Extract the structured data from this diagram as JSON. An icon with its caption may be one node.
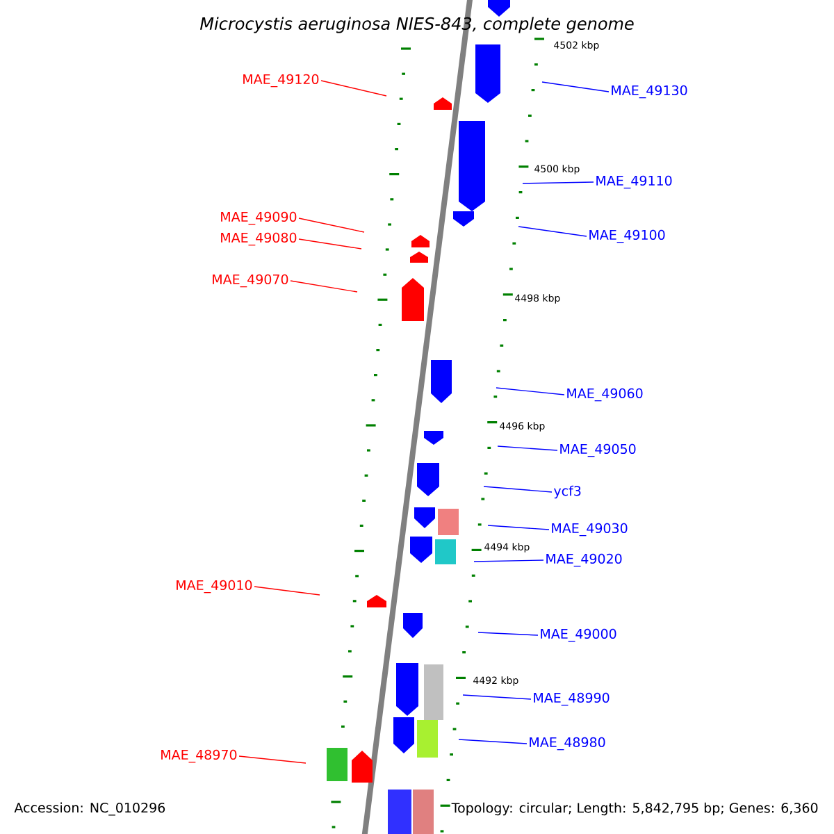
{
  "diagram": {
    "title": "Microcystis aeruginosa NIES-843, complete genome",
    "nodes": [
      {
        "text": [
          "MAE_49120"
        ]
      },
      {
        "text": [
          "MAE_49130"
        ]
      },
      {
        "text": [
          "MAE_49110"
        ]
      },
      {
        "text": [
          "MAE_49090"
        ]
      },
      {
        "text": [
          "MAE_49100"
        ]
      },
      {
        "text": [
          "MAE_49080"
        ]
      },
      {
        "text": [
          "MAE_49070"
        ]
      },
      {
        "text": [
          "MAE_49060"
        ]
      },
      {
        "text": [
          "MAE_49050"
        ]
      },
      {
        "text": [
          "ycf3"
        ]
      },
      {
        "text": [
          "MAE_49030"
        ]
      },
      {
        "text": [
          "MAE_49020"
        ]
      },
      {
        "text": [
          "MAE_49010"
        ]
      },
      {
        "text": [
          "MAE_49000"
        ]
      },
      {
        "text": [
          "MAE_48990"
        ]
      },
      {
        "text": [
          "MAE_48980"
        ]
      },
      {
        "text": [
          "MAE_48970"
        ]
      }
    ],
    "edges": [
      {
        "from": 0,
        "to": null,
        "arrow": "none",
        "color": "#ff0000"
      },
      {
        "from": 1,
        "to": null,
        "arrow": "none"
      },
      {
        "from": 2,
        "to": null,
        "arrow": "none"
      },
      {
        "from": 3,
        "to": null,
        "arrow": "none",
        "color": "#ff0000"
      },
      {
        "from": 4,
        "to": null,
        "arrow": "none"
      },
      {
        "from": 5,
        "to": null,
        "arrow": "none",
        "color": "#ff0000"
      },
      {
        "from": 6,
        "to": null,
        "arrow": "none",
        "color": "#ff0000"
      },
      {
        "from": 7,
        "to": null,
        "arrow": "none"
      },
      {
        "from": 8,
        "to": null,
        "arrow": "none"
      },
      {
        "from": 9,
        "to": null,
        "arrow": "none"
      },
      {
        "from": 10,
        "to": null,
        "arrow": "none"
      },
      {
        "from": 11,
        "to": null,
        "arrow": "none"
      },
      {
        "from": 12,
        "to": null,
        "arrow": "none",
        "color": "#ff0000"
      },
      {
        "from": 13,
        "to": null,
        "arrow": "none"
      },
      {
        "from": 14,
        "to": null,
        "arrow": "none"
      },
      {
        "from": 15,
        "to": null,
        "arrow": "none"
      },
      {
        "from": 16,
        "to": null,
        "arrow": "none",
        "color": "#ff0000"
      }
    ],
    "labels": [
      "4502 kbp",
      "4500 kbp",
      "4498 kbp",
      "4496 kbp",
      "4494 kbp",
      "4492 kbp",
      "Accession: NC_010296",
      "Topology: circular; Length: 5,842,795 bp; Genes: 6,360"
    ]
  }
}
